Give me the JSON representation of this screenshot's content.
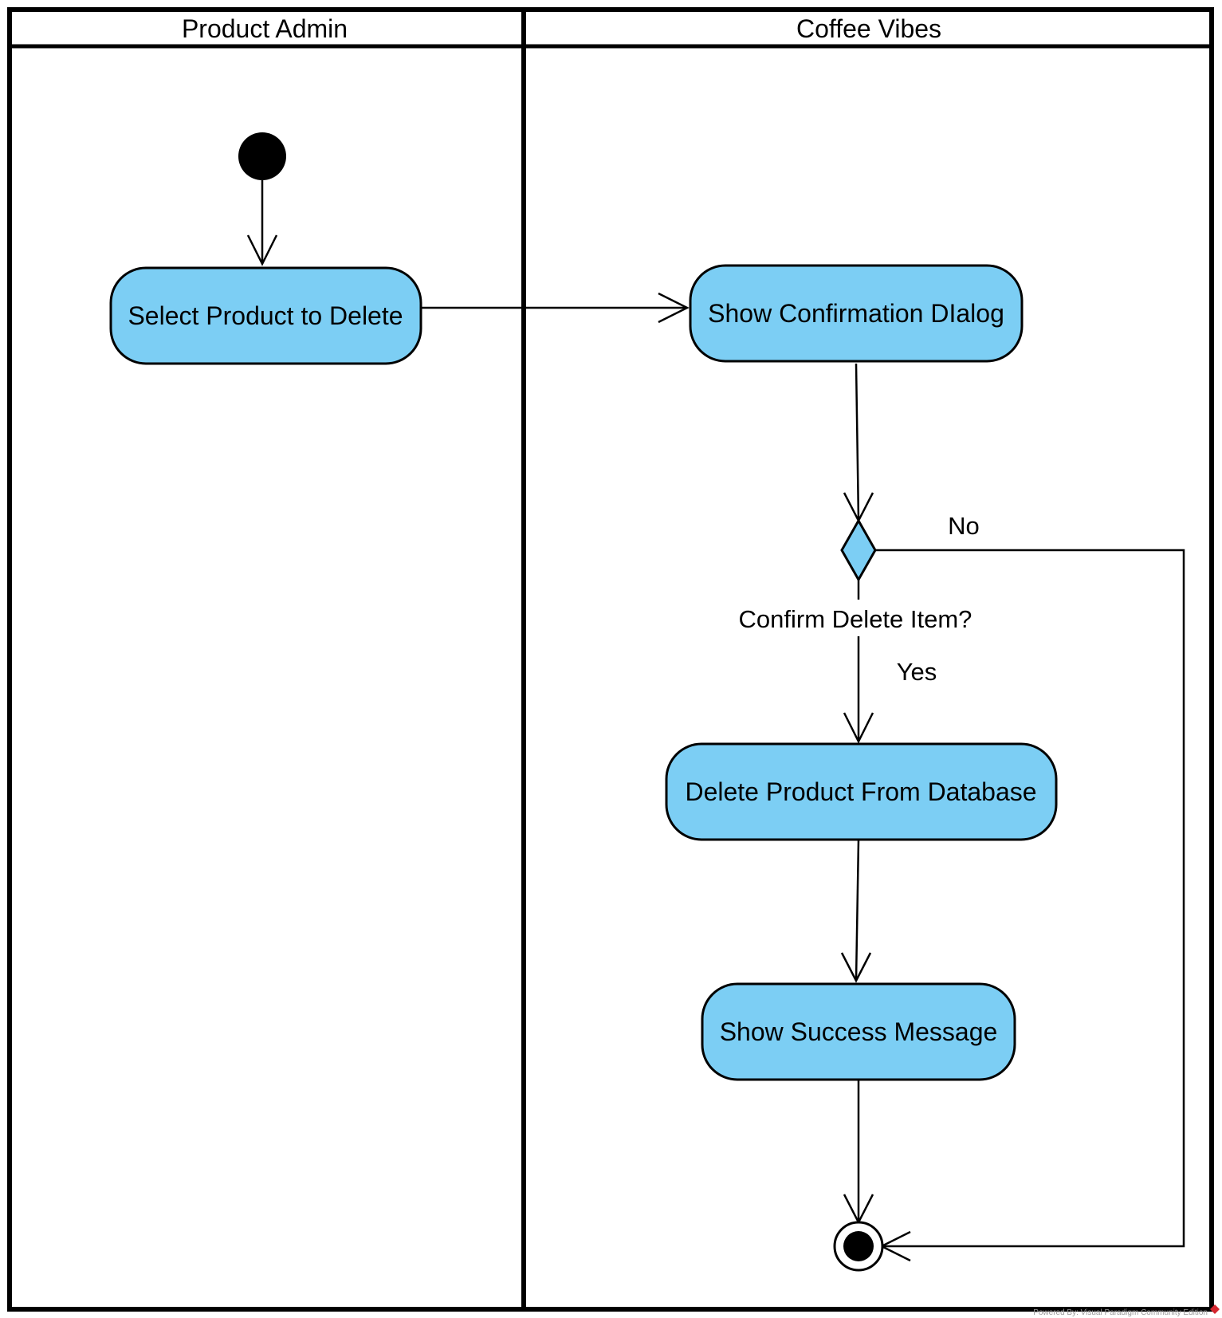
{
  "swimlanes": [
    {
      "id": "product-admin",
      "title": "Product Admin"
    },
    {
      "id": "coffee-vibes",
      "title": "Coffee Vibes"
    }
  ],
  "actions": {
    "select_product": "Select Product to Delete",
    "show_confirmation": "Show Confirmation DIalog",
    "delete_product": "Delete Product From Database",
    "show_success": "Show Success Message"
  },
  "decision": {
    "question": "Confirm Delete Item?",
    "yes_label": "Yes",
    "no_label": "No"
  },
  "colors": {
    "action_fill": "#7ccef4",
    "decision_fill": "#7ccef4",
    "stroke": "#000000"
  },
  "watermark": "Powered By: Visual Paradigm Community Edition"
}
